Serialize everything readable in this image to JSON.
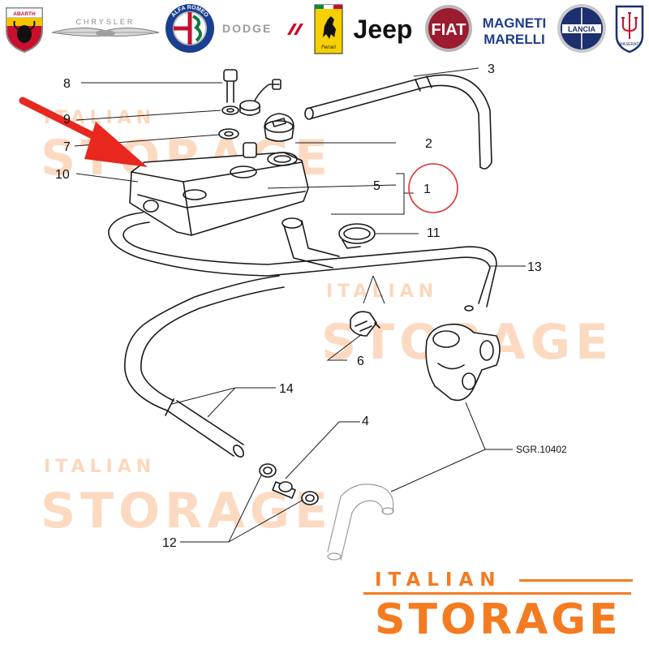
{
  "brands": [
    {
      "name": "ABARTH",
      "icon": "abarth-scorpion-logo"
    },
    {
      "name": "CHRYSLER",
      "icon": "chrysler-wings-logo"
    },
    {
      "name": "ALFA ROMEO",
      "icon": "alfa-romeo-roundel-logo"
    },
    {
      "name": "DODGE",
      "icon": "dodge-logo"
    },
    {
      "name": "Ferrari",
      "icon": "ferrari-prancing-horse-logo"
    },
    {
      "name": "Jeep",
      "icon": "jeep-logo"
    },
    {
      "name": "FIAT",
      "icon": "fiat-logo"
    },
    {
      "name": "MAGNETI MARELLI",
      "magneti": "MAGNETI",
      "marelli": "MARELLI",
      "icon": "magneti-marelli-logo"
    },
    {
      "name": "LANCIA",
      "icon": "lancia-logo"
    },
    {
      "name": "MASERATI",
      "icon": "maserati-trident-logo"
    }
  ],
  "watermark": {
    "top": "ITALIAN",
    "bottom": "STORAGE"
  },
  "footer": {
    "top": "ITALIAN",
    "bottom": "STORAGE"
  },
  "callouts": [
    "1",
    "2",
    "3",
    "4",
    "5",
    "6",
    "7",
    "8",
    "9",
    "10",
    "11",
    "12",
    "13",
    "14"
  ],
  "reference_code": "SGR.10402",
  "highlight": {
    "part": "1",
    "color": "#e0302a"
  },
  "colors": {
    "brand_orange": "#f47b20",
    "arrow_red": "#e8281e",
    "line": "#1a1a1a"
  }
}
